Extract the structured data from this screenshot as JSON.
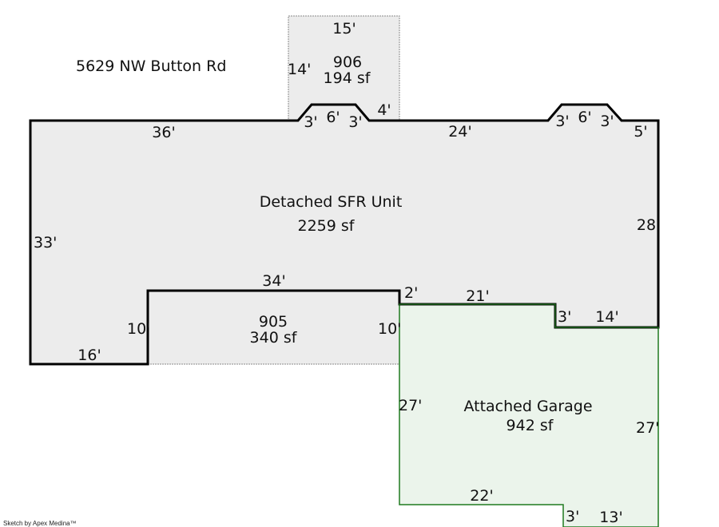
{
  "address": "5629 NW Button Rd",
  "credit": "Sketch by Apex Medina™",
  "colors": {
    "main_fill": "#ececec",
    "main_stroke": "#000000",
    "garage_fill": "#ebf4eb",
    "garage_stroke": "#1f7a1f",
    "outline_dotted": "#8a8a8a"
  },
  "areas": {
    "main": {
      "name": "Detached SFR Unit",
      "area": "2259 sf"
    },
    "area_906": {
      "name": "906",
      "area": "194 sf"
    },
    "area_905": {
      "name": "905",
      "area": "340 sf"
    },
    "garage": {
      "name": "Attached Garage",
      "area": "942 sf"
    }
  },
  "dimensions": {
    "top_36": "36'",
    "bump1_left": "3'",
    "bump1_top": "6'",
    "bump1_right": "3'",
    "top_4": "4'",
    "top_24": "24'",
    "bump2_left": "3'",
    "bump2_top": "6'",
    "bump2_right": "3'",
    "top_5": "5'",
    "right_28": "28",
    "left_33": "33'",
    "inner_34": "34'",
    "inner_2": "2'",
    "inner_10_left": "10'",
    "inner_10_right": "10'",
    "bottom_16": "16'",
    "garage_21": "21'",
    "garage_3_top": "3'",
    "garage_14": "14'",
    "garage_27_left": "27'",
    "garage_27_right": "27'",
    "garage_22": "22'",
    "garage_3_bottom": "3'",
    "garage_13": "13'",
    "box906_15": "15'",
    "box906_14": "14'"
  }
}
